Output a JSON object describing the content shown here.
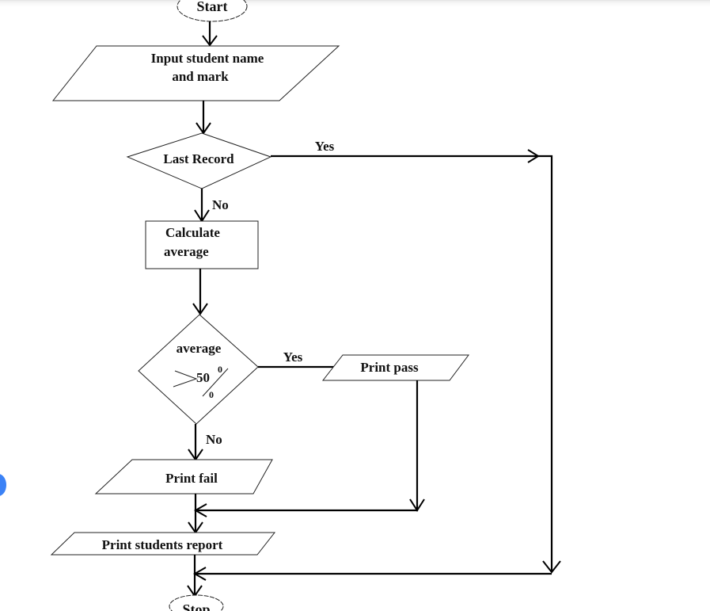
{
  "flowchart": {
    "start": "Start",
    "input": {
      "line1": "Input student name",
      "line2": "and mark"
    },
    "decision_last_record": "Last Record",
    "calculate": {
      "line1": "Calculate",
      "line2": "average"
    },
    "decision_average": {
      "label": "average",
      "operator": ">",
      "value": "50",
      "pct_top": "0",
      "pct_bottom": "0"
    },
    "print_pass": "Print pass",
    "print_fail": "Print fail",
    "print_report": "Print students report",
    "stop": "Stop",
    "edge_labels": {
      "last_record_yes": "Yes",
      "last_record_no": "No",
      "average_yes": "Yes",
      "average_no": "No"
    }
  },
  "colors": {
    "accent_dot": "#3b82f6",
    "line": "#000000"
  }
}
